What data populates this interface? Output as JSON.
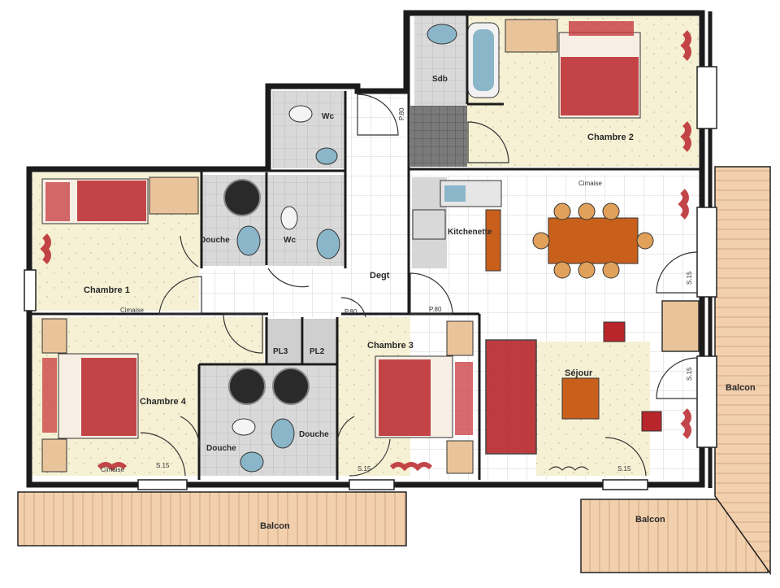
{
  "plan": {
    "rooms": {
      "chambre1": "Chambre 1",
      "chambre2": "Chambre 2",
      "chambre3": "Chambre 3",
      "chambre4": "Chambre 4",
      "sejour": "Séjour",
      "kitchenette": "Kitchenette",
      "sdb": "Sdb",
      "wc_top": "Wc",
      "wc_mid": "Wc",
      "douche_left": "Douche",
      "douche_bottom_left": "Douche",
      "douche_bottom_right": "Douche",
      "degt": "Degt",
      "pl3": "PL3",
      "pl2": "PL2"
    },
    "balconies": {
      "bottom_left": "Balcon",
      "bottom_right": "Balcon",
      "right": "Balcon"
    },
    "small_labels": {
      "cimaise_top": "Cimaise",
      "cimaise_left": "Cimaise",
      "cimaise_bottom": "Cimaise",
      "s15_ch4": "S.15",
      "s15_ch3": "S.15",
      "s15_sej": "S.15",
      "s15_right1": "S.15",
      "s15_right2": "S.15",
      "p80_a": "P.80",
      "p80_b": "P.80",
      "p80_c": "P.80"
    },
    "colors": {
      "wall": "#1b1b1b",
      "floor_cream": "#f5f0d6",
      "wet_room": "#d6d6d6",
      "balcony_wood": "#f0c9a4",
      "bed_red": "#b8262b",
      "table_orange": "#c8601c"
    }
  }
}
